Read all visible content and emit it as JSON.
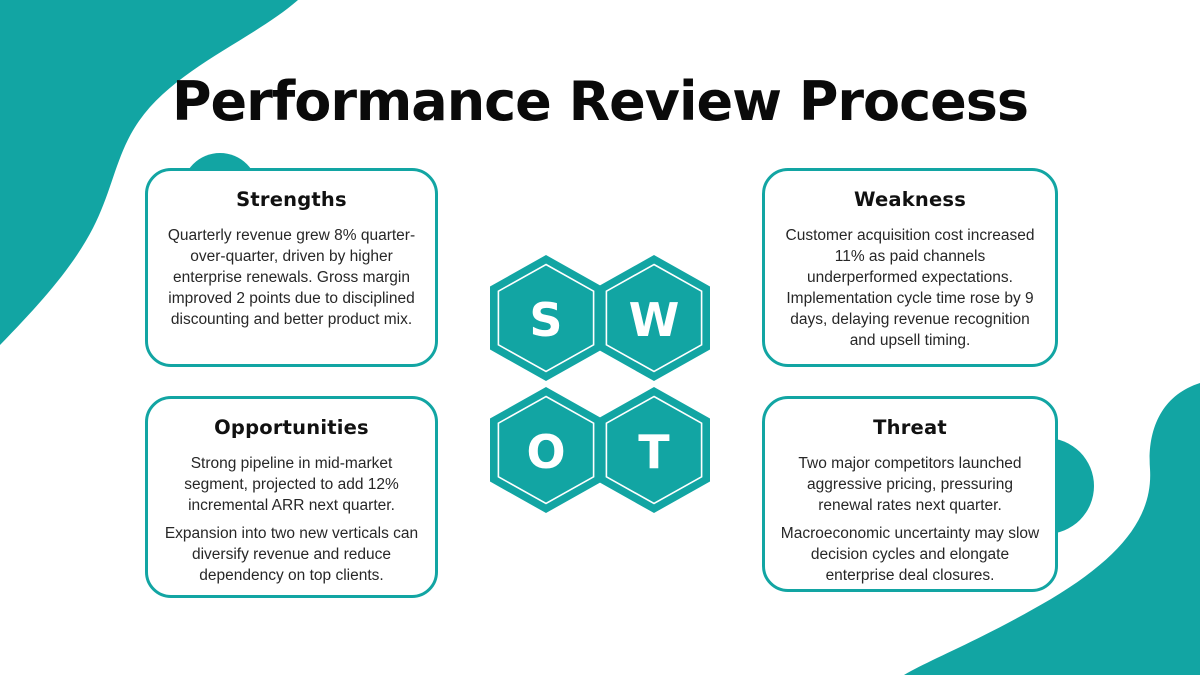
{
  "page": {
    "title": "Performance Review Process"
  },
  "colors": {
    "teal": "#12A5A3",
    "title_text": "#0a0a0a",
    "body_text": "#272727",
    "background": "#ffffff",
    "hex_letter": "#ffffff"
  },
  "swot": {
    "letters": [
      "S",
      "W",
      "O",
      "T"
    ]
  },
  "cards": [
    {
      "id": "strengths",
      "title": "Strengths",
      "paragraphs": [
        "Quarterly revenue grew 8% quarter-over-quarter, driven by higher enterprise renewals. Gross margin improved 2 points due to disciplined discounting and better product mix."
      ]
    },
    {
      "id": "weakness",
      "title": "Weakness",
      "paragraphs": [
        "Customer acquisition cost increased 11% as paid channels underperformed expectations. Implementation cycle time rose by 9 days, delaying revenue recognition and upsell timing."
      ]
    },
    {
      "id": "opportunities",
      "title": "Opportunities",
      "paragraphs": [
        "Strong pipeline in mid-market segment, projected to add 12% incremental ARR next quarter.",
        "Expansion into two new verticals can diversify revenue and reduce dependency on top clients."
      ]
    },
    {
      "id": "threat",
      "title": "Threat",
      "paragraphs": [
        "Two major competitors launched aggressive pricing, pressuring renewal rates next quarter.",
        "Macroeconomic uncertainty may slow decision cycles and elongate enterprise deal closures."
      ]
    }
  ]
}
